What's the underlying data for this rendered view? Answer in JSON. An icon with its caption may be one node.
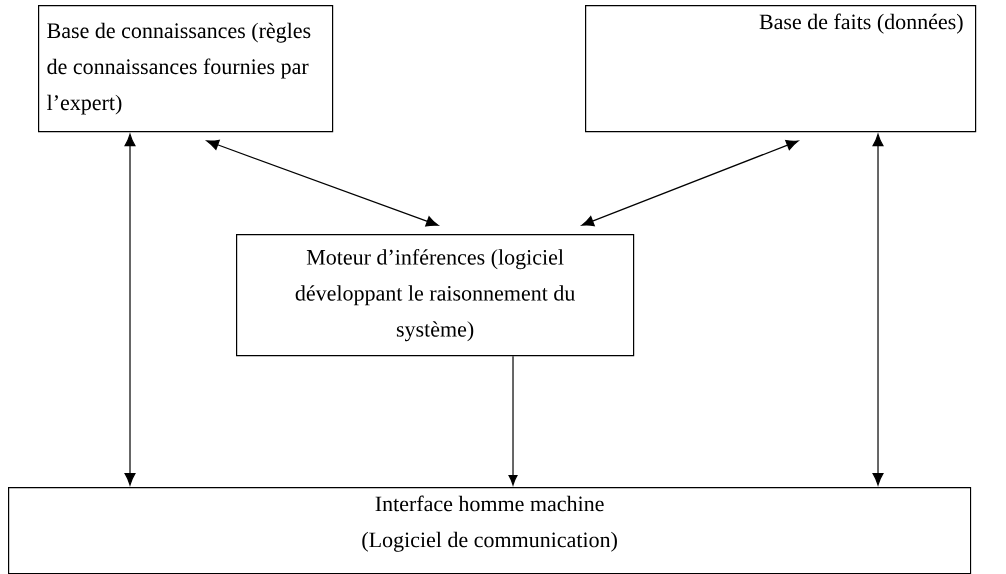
{
  "diagram": {
    "nodes": [
      {
        "text": [
          "Base de connaissances (règles de connaissances fournies par l’expert)"
        ]
      },
      {
        "text": [
          "Base de faits (données)"
        ]
      },
      {
        "text": [
          "Moteur d’inférences (logiciel développant le raisonnement du système)"
        ]
      },
      {
        "text": [
          "Interface homme machine",
          "(Logiciel de communication)"
        ]
      }
    ],
    "edges": [
      {
        "from": 0,
        "to": 3,
        "arrow": "both"
      },
      {
        "from": 0,
        "to": 2,
        "arrow": "both"
      },
      {
        "from": 1,
        "to": 2,
        "arrow": "both"
      },
      {
        "from": 1,
        "to": 3,
        "arrow": "both"
      },
      {
        "from": 2,
        "to": 3,
        "arrow": "to"
      }
    ]
  }
}
